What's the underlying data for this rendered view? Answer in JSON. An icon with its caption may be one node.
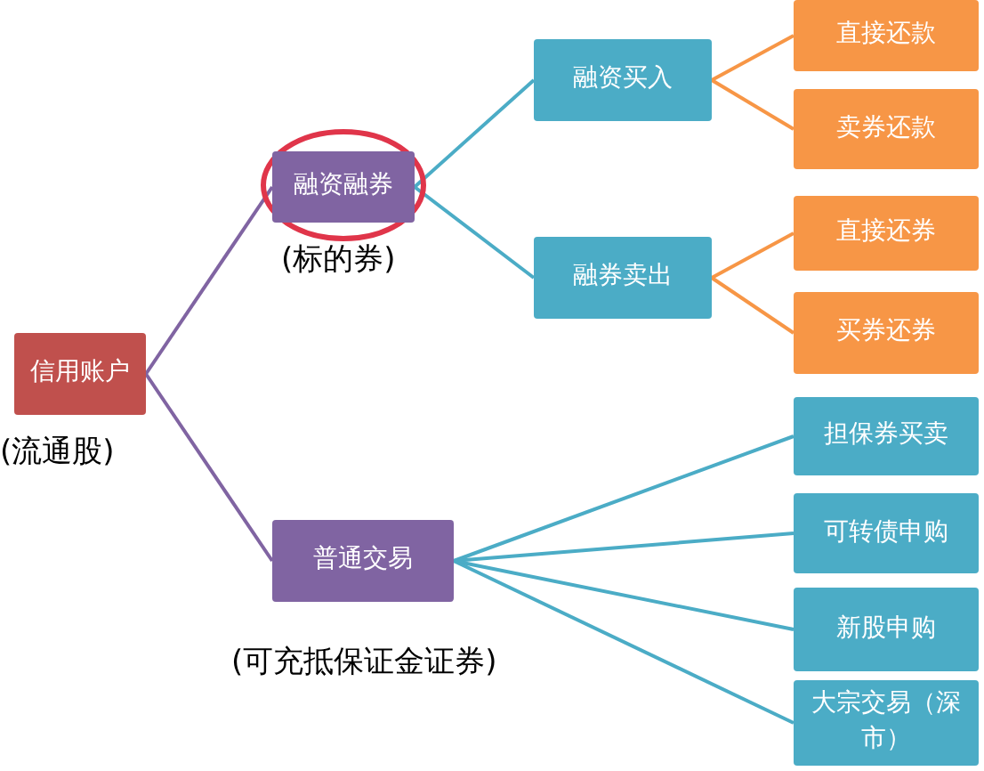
{
  "diagram": {
    "nodes": [
      {
        "text": [
          "信用账户"
        ],
        "beside": [
          "(流通股)"
        ]
      },
      {
        "text": [
          "融资融券"
        ],
        "beside": [
          "(标的券)"
        ]
      },
      {
        "text": [
          "普通交易"
        ],
        "beside": [
          "(可充抵保证金证券)"
        ]
      },
      {
        "text": [
          "融资买入"
        ]
      },
      {
        "text": [
          "融券卖出"
        ]
      },
      {
        "text": [
          "直接还款"
        ]
      },
      {
        "text": [
          "卖券还款"
        ]
      },
      {
        "text": [
          "直接还券"
        ]
      },
      {
        "text": [
          "买券还券"
        ]
      },
      {
        "text": [
          "担保券买卖"
        ]
      },
      {
        "text": [
          "可转债申购"
        ]
      },
      {
        "text": [
          "新股申购"
        ]
      },
      {
        "text": [
          "大宗交易（深市）"
        ]
      }
    ],
    "edges": [
      {
        "from": 0,
        "to": 1,
        "arrow": "none",
        "color": "#8064a2"
      },
      {
        "from": 0,
        "to": 2,
        "arrow": "none",
        "color": "#8064a2"
      },
      {
        "from": 1,
        "to": 3,
        "arrow": "none"
      },
      {
        "from": 1,
        "to": 4,
        "arrow": "none"
      },
      {
        "from": 3,
        "to": 5,
        "arrow": "none",
        "color": "#f79646"
      },
      {
        "from": 3,
        "to": 6,
        "arrow": "none",
        "color": "#f79646"
      },
      {
        "from": 4,
        "to": 7,
        "arrow": "none",
        "color": "#f79646"
      },
      {
        "from": 4,
        "to": 8,
        "arrow": "none",
        "color": "#f79646"
      },
      {
        "from": 2,
        "to": 9,
        "arrow": "none"
      },
      {
        "from": 2,
        "to": 10,
        "arrow": "none"
      },
      {
        "from": 2,
        "to": 11,
        "arrow": "none"
      },
      {
        "from": 2,
        "to": 12,
        "arrow": "none"
      }
    ]
  }
}
